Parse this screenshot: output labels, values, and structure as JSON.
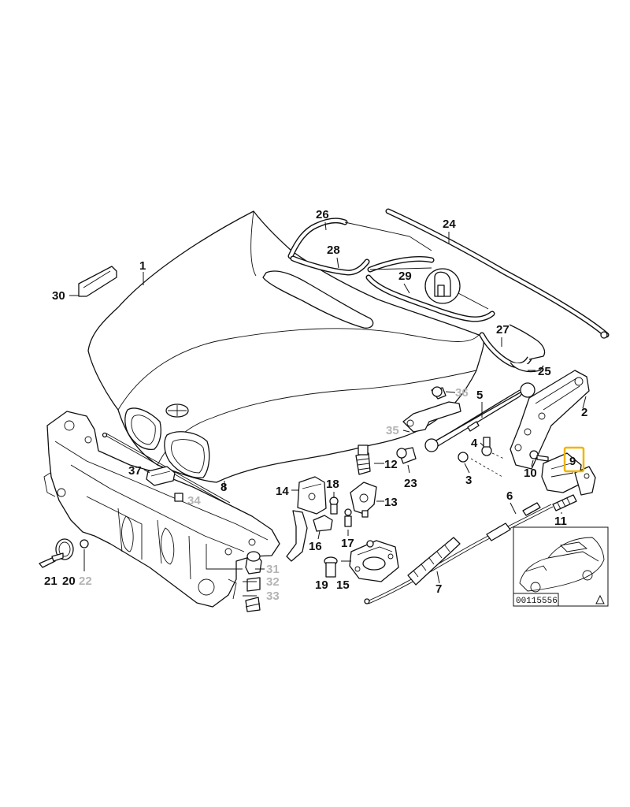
{
  "diagram": {
    "reference_number": "00115556",
    "highlighted_part": "9",
    "callouts": [
      {
        "id": "c1",
        "label": "1",
        "tone": "dark"
      },
      {
        "id": "c2",
        "label": "2",
        "tone": "dark"
      },
      {
        "id": "c3",
        "label": "3",
        "tone": "dark"
      },
      {
        "id": "c4",
        "label": "4",
        "tone": "dark"
      },
      {
        "id": "c5",
        "label": "5",
        "tone": "dark"
      },
      {
        "id": "c6",
        "label": "6",
        "tone": "dark"
      },
      {
        "id": "c7",
        "label": "7",
        "tone": "dark"
      },
      {
        "id": "c8",
        "label": "8",
        "tone": "dark"
      },
      {
        "id": "c9",
        "label": "9",
        "tone": "dark"
      },
      {
        "id": "c10",
        "label": "10",
        "tone": "dark"
      },
      {
        "id": "c11",
        "label": "11",
        "tone": "dark"
      },
      {
        "id": "c12",
        "label": "12",
        "tone": "dark"
      },
      {
        "id": "c13",
        "label": "13",
        "tone": "dark"
      },
      {
        "id": "c14",
        "label": "14",
        "tone": "dark"
      },
      {
        "id": "c15",
        "label": "15",
        "tone": "dark"
      },
      {
        "id": "c16",
        "label": "16",
        "tone": "dark"
      },
      {
        "id": "c17",
        "label": "17",
        "tone": "dark"
      },
      {
        "id": "c18",
        "label": "18",
        "tone": "dark"
      },
      {
        "id": "c19",
        "label": "19",
        "tone": "dark"
      },
      {
        "id": "c20",
        "label": "20",
        "tone": "dark"
      },
      {
        "id": "c21",
        "label": "21",
        "tone": "dark"
      },
      {
        "id": "c22",
        "label": "22",
        "tone": "grey"
      },
      {
        "id": "c23",
        "label": "23",
        "tone": "dark"
      },
      {
        "id": "c24",
        "label": "24",
        "tone": "dark"
      },
      {
        "id": "c25",
        "label": "25",
        "tone": "dark"
      },
      {
        "id": "c26",
        "label": "26",
        "tone": "dark"
      },
      {
        "id": "c27",
        "label": "27",
        "tone": "dark"
      },
      {
        "id": "c28",
        "label": "28",
        "tone": "dark"
      },
      {
        "id": "c29",
        "label": "29",
        "tone": "dark"
      },
      {
        "id": "c30",
        "label": "30",
        "tone": "dark"
      },
      {
        "id": "c31",
        "label": "31",
        "tone": "grey"
      },
      {
        "id": "c32",
        "label": "32",
        "tone": "grey"
      },
      {
        "id": "c33",
        "label": "33",
        "tone": "grey"
      },
      {
        "id": "c34",
        "label": "34",
        "tone": "grey"
      },
      {
        "id": "c35",
        "label": "35",
        "tone": "grey"
      },
      {
        "id": "c36",
        "label": "36",
        "tone": "grey"
      },
      {
        "id": "c37",
        "label": "37",
        "tone": "dark"
      }
    ]
  }
}
